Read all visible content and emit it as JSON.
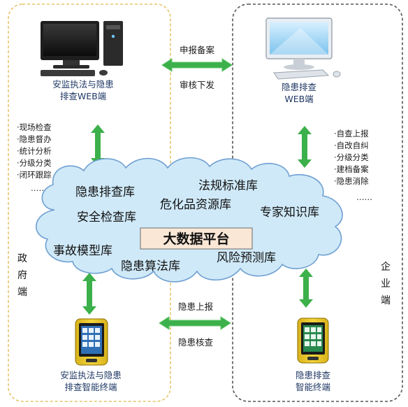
{
  "government": {
    "side_label": [
      "政",
      "府",
      "端"
    ],
    "web_terminal": [
      "安监执法与隐患",
      "排查WEB端"
    ],
    "mobile_terminal": [
      "安监执法与隐患",
      "排查智能终端"
    ],
    "functions": [
      "·现场检查",
      "·隐患督办",
      "·统计分析",
      "·分级分类",
      "·闭环跟踪",
      "……"
    ]
  },
  "enterprise": {
    "side_label": [
      "企",
      "业",
      "端"
    ],
    "web_terminal": [
      "隐患排查",
      "WEB端"
    ],
    "mobile_terminal": [
      "隐患排查",
      "智能终端"
    ],
    "functions": [
      "·自查上报",
      "·自改自纠",
      "·分级分类",
      "·建档备案",
      "·隐患消除",
      "……"
    ]
  },
  "top_exchange": {
    "upper": "申报备案",
    "lower": "审核下发"
  },
  "bottom_exchange": {
    "upper": "隐患上报",
    "lower": "隐患核查"
  },
  "platform": {
    "title": "大数据平台",
    "libraries": [
      "隐患排查库",
      "法规标准库",
      "危化品资源库",
      "安全检查库",
      "专家知识库",
      "事故模型库",
      "隐患算法库",
      "风险预测库"
    ]
  },
  "colors": {
    "arrow_green": "#3cb04a",
    "cloud_fill": "#cfe9f8",
    "cloud_stroke": "#6f9fd2",
    "platform_box": "#fbe7d6",
    "left_border": "#e6c46a",
    "right_border": "#555555"
  }
}
